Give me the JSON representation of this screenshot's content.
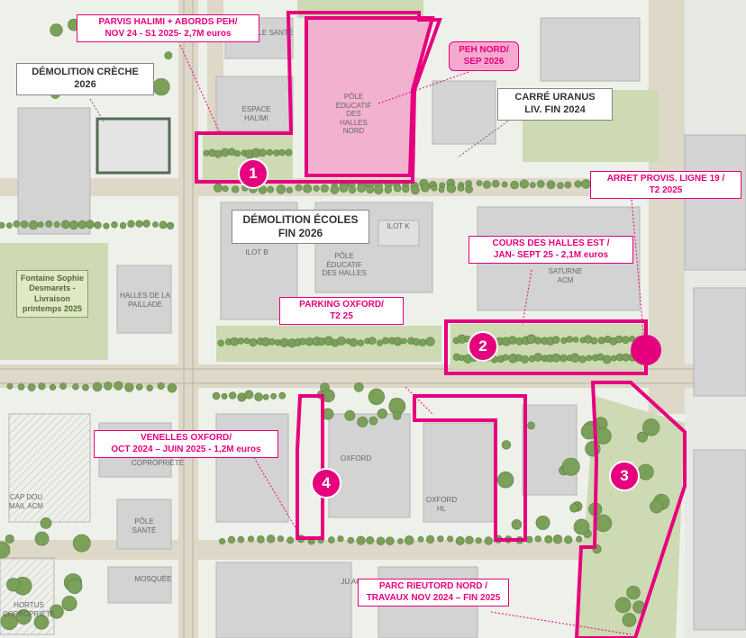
{
  "labels": {
    "parvis_halimi": "PARVIS HALIMI + ABORDS PEH/",
    "parvis_halimi_2": "NOV 24 - S1 2025- 2,7M euros",
    "demolition_creche": "DÉMOLITION CRÈCHE",
    "demolition_creche_2": "2026",
    "peh_nord": "PEH NORD/",
    "peh_nord_2": "SEP 2026",
    "carre_uranus": "CARRÉ URANUS",
    "carre_uranus_2": "LIV. FIN 2024",
    "arret_provis": "ARRET PROVIS. LIGNE 19 /",
    "arret_provis_2": "T2 2025",
    "demolition_ecoles": "DÉMOLITION ÉCOLES",
    "demolition_ecoles_2": "FIN 2026",
    "cours_halles": "COURS DES HALLES EST /",
    "cours_halles_2": "JAN- SEPT 25 - 2,1M euros",
    "parking_oxford": "PARKING OXFORD/",
    "parking_oxford_2": "T2 25",
    "fontaine": "Fontaine Sophie Desmarets - Livraison printemps 2025",
    "venelles": "VENELLES OXFORD/",
    "venelles_2": "OCT 2024 – JUIN 2025 - 1,2M euros",
    "parc_rieutord": "PARC RIEUTORD NORD /",
    "parc_rieutord_2": "TRAVAUX NOV 2024 – FIN 2025"
  },
  "buildings": {
    "pole_sante_top": "PÔLE SANTÉ",
    "espace_halimi": "ESPACE HALIMI",
    "pole_educatif_nord": "PÔLE ÉDUCATIF DES HALLES NORD",
    "ilot_b": "ILOT B",
    "ilot_k": "ILOT K",
    "pole_educatif_halles": "PÔLE ÉDUCATIF DES HALLES",
    "halles_paillade": "HALLES DE LA PAILLADE",
    "saturne": "SATURNE ACM",
    "oxford_hl": "OXFORD HL",
    "oxford_mid": "OXFORD",
    "copropriete": "COPROPRIÉTÉ",
    "cap_dou_mail": "CAP DOU MAIL ACM",
    "pole_sante_bottom": "PÔLE SANTÉ",
    "mosquee": "MOSQUÉE",
    "hortus": "HORTUS COPROPRIÉTÉ",
    "ju_acm": "JU ACM"
  },
  "markers": {
    "m1": "1",
    "m2": "2",
    "m3": "3",
    "m4": "4"
  },
  "colors": {
    "accent": "#e6007e",
    "accent_fill": "#f7a8cf",
    "tree": "#7aa05a",
    "road": "#d9d4c6",
    "building": "#cfcfcf",
    "ground": "#eef0ea"
  }
}
